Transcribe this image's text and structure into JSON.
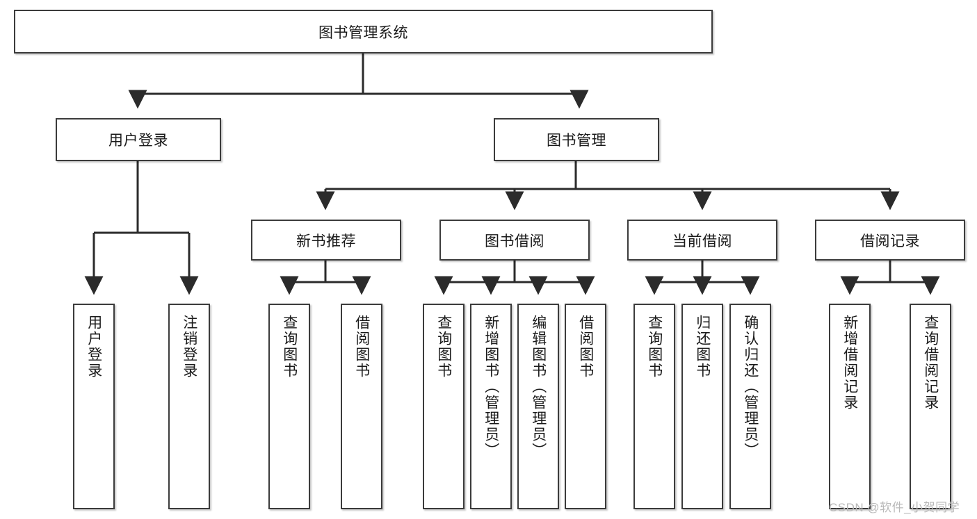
{
  "diagram": {
    "title": "图书管理系统",
    "type": "tree-hierarchy-flowchart",
    "root": {
      "label": "图书管理系统"
    },
    "level2": [
      {
        "label": "用户登录"
      },
      {
        "label": "图书管理"
      }
    ],
    "level3": [
      {
        "label": "新书推荐",
        "parent": "图书管理"
      },
      {
        "label": "图书借阅",
        "parent": "图书管理"
      },
      {
        "label": "当前借阅",
        "parent": "图书管理"
      },
      {
        "label": "借阅记录",
        "parent": "图书管理"
      }
    ],
    "leaves": [
      {
        "label": "用户登录",
        "parent": "用户登录"
      },
      {
        "label": "注销登录",
        "parent": "用户登录"
      },
      {
        "label": "查询图书",
        "parent": "新书推荐"
      },
      {
        "label": "借阅图书",
        "parent": "新书推荐"
      },
      {
        "label": "查询图书",
        "parent": "图书借阅"
      },
      {
        "label": "新增图书（管理员）",
        "parent": "图书借阅"
      },
      {
        "label": "编辑图书（管理员）",
        "parent": "图书借阅"
      },
      {
        "label": "借阅图书",
        "parent": "图书借阅"
      },
      {
        "label": "查询图书",
        "parent": "当前借阅"
      },
      {
        "label": "归还图书",
        "parent": "当前借阅"
      },
      {
        "label": "确认归还（管理员）",
        "parent": "当前借阅"
      },
      {
        "label": "新增借阅记录",
        "parent": "借阅记录"
      },
      {
        "label": "查询借阅记录",
        "parent": "借阅记录"
      }
    ],
    "watermark": "CSDN @软件_小贺同学",
    "colors": {
      "border": "#3b3b3b",
      "fill": "#ffffff",
      "text": "#1a1a1a",
      "wire": "#2b2b2b",
      "watermark": "#b9b9b9"
    }
  }
}
